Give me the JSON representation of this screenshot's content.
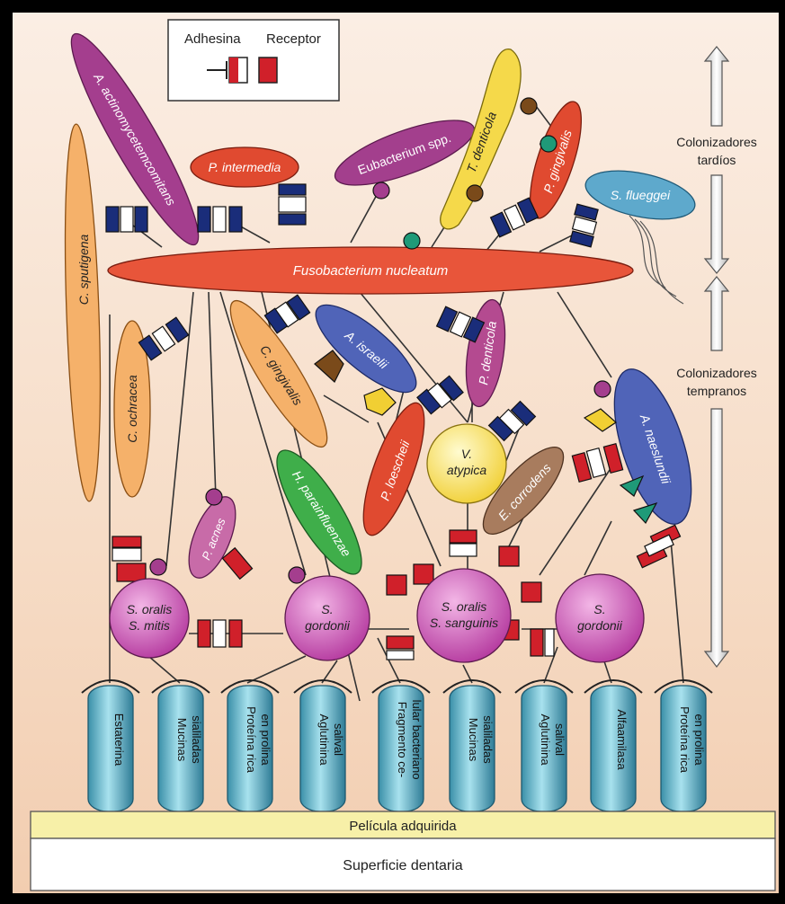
{
  "legend": {
    "adhesin_label": "Adhesina",
    "receptor_label": "Receptor"
  },
  "arrow_labels": {
    "late_line1": "Colonizadores",
    "late_line2": "tardíos",
    "early_line1": "Colonizadores",
    "early_line2": "tempranos"
  },
  "bacteria": {
    "a_actino": "A. actinomycetemcomitans",
    "p_intermedia": "P. intermedia",
    "eubacterium": "Eubacterium spp.",
    "t_denticola": "T. denticola",
    "p_gingivalis": "P. gingivalis",
    "s_flueggei": "S. flueggei",
    "c_sputigena": "C. sputigena",
    "fusobacterium": "Fusobacterium nucleatum",
    "c_ochracea": "C. ochracea",
    "c_gingivalis": "C. gingivalis",
    "a_israelii": "A. israelii",
    "p_denticola": "P. denticola",
    "a_naeslundii": "A. naeslundii",
    "p_loescheii": "P. loescheii",
    "v_atypica_1": "V.",
    "v_atypica_2": "atypica",
    "e_corrodens": "E. corrodens",
    "h_parainfluenzae": "H. parainfluenzae",
    "p_acnes": "P. acnes"
  },
  "cocci": [
    {
      "line1": "S. oralis",
      "line2": "S. mitis"
    },
    {
      "line1": "S.",
      "line2": "gordonii"
    },
    {
      "line1": "S. oralis",
      "line2": "S. sanguinis"
    },
    {
      "line1": "S.",
      "line2": "gordonii"
    }
  ],
  "pillars": [
    {
      "line1": "Estaterina",
      "line2": ""
    },
    {
      "line1": "Mucinas",
      "line2": "sialiladas"
    },
    {
      "line1": "Proteína rica",
      "line2": "en prolina"
    },
    {
      "line1": "Aglutinina",
      "line2": "salival"
    },
    {
      "line1": "Fragmento ce-",
      "line2": "lular bacteriano"
    },
    {
      "line1": "Mucinas",
      "line2": "sialiladas"
    },
    {
      "line1": "Aglutinina",
      "line2": "salival"
    },
    {
      "line1": "Alfaamilasa",
      "line2": ""
    },
    {
      "line1": "Proteína rica",
      "line2": "en prolina"
    }
  ],
  "pellicle": "Película adquirida",
  "tooth_surface": "Superficie dentaria"
}
